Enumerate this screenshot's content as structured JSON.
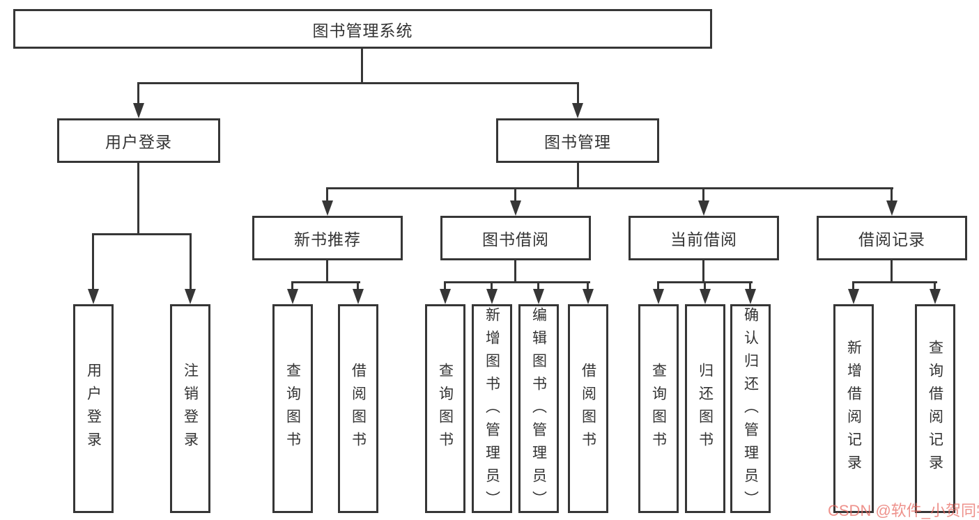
{
  "diagram_type": "tree",
  "tree": {
    "root": {
      "label": "图书管理系统",
      "children": [
        {
          "label": "用户登录",
          "children": [
            {
              "label": "用户登录"
            },
            {
              "label": "注销登录"
            }
          ]
        },
        {
          "label": "图书管理",
          "children": [
            {
              "label": "新书推荐",
              "children": [
                {
                  "label": "查询图书"
                },
                {
                  "label": "借阅图书"
                }
              ]
            },
            {
              "label": "图书借阅",
              "children": [
                {
                  "label": "查询图书"
                },
                {
                  "label": "新增图书（管理员）"
                },
                {
                  "label": "编辑图书（管理员）"
                },
                {
                  "label": "借阅图书"
                }
              ]
            },
            {
              "label": "当前借阅",
              "children": [
                {
                  "label": "查询图书"
                },
                {
                  "label": "归还图书"
                },
                {
                  "label": "确认归还（管理员）"
                }
              ]
            },
            {
              "label": "借阅记录",
              "children": [
                {
                  "label": "新增借阅记录"
                },
                {
                  "label": "查询借阅记录"
                }
              ]
            }
          ]
        }
      ]
    }
  },
  "watermark": {
    "text": "CSDN @软件_小贺同学",
    "color": "#e7665e"
  },
  "colors": {
    "line": "#363636",
    "text": "#333333",
    "background": "#ffffff"
  }
}
